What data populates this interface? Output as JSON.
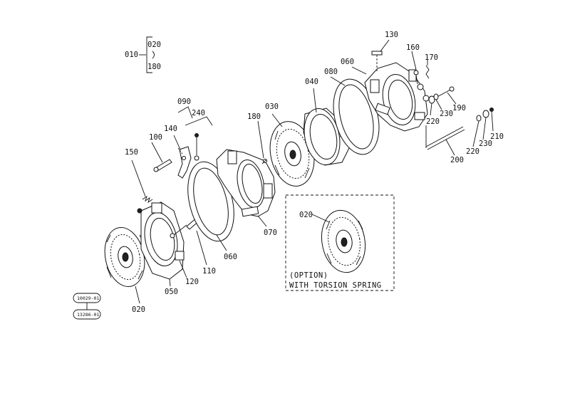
{
  "diagram": {
    "group_label": {
      "main": "010",
      "top": "020",
      "bottom": "180"
    },
    "labels": {
      "p130": "130",
      "p160": "160",
      "p170": "170",
      "p060": "060",
      "p080": "080",
      "p040": "040",
      "p030": "030",
      "p190": "190",
      "p230a": "230",
      "p220a": "220",
      "p210": "210",
      "p230b": "230",
      "p220b": "220",
      "p200": "200",
      "p090": "090",
      "p240": "240",
      "p140": "140",
      "p100": "100",
      "p180": "180",
      "p150": "150",
      "p070": "070",
      "p060b": "060",
      "p110": "110",
      "p120": "120",
      "p050": "050",
      "p020": "020",
      "p020opt": "020"
    },
    "option_box": {
      "line1": "(OPTION)",
      "line2": "WITH TORSION SPRING"
    },
    "badges": {
      "top": "10029-01",
      "bottom": "13286-01"
    }
  }
}
